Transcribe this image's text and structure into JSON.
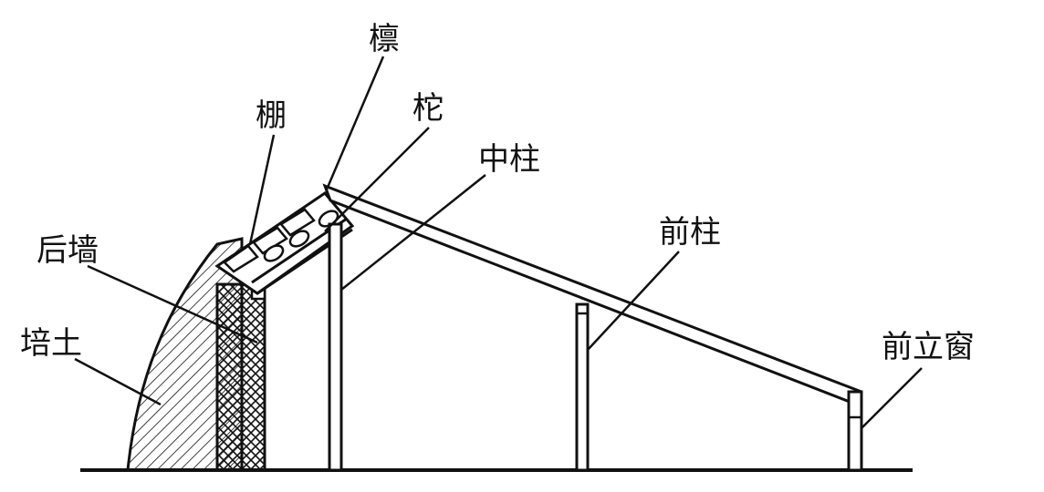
{
  "labels": {
    "purlin": "檩",
    "shed": "棚",
    "rafter": "柁",
    "middle_post": "中柱",
    "back_wall": "后墙",
    "front_post": "前柱",
    "earth_fill": "培土",
    "front_window": "前立窗"
  }
}
